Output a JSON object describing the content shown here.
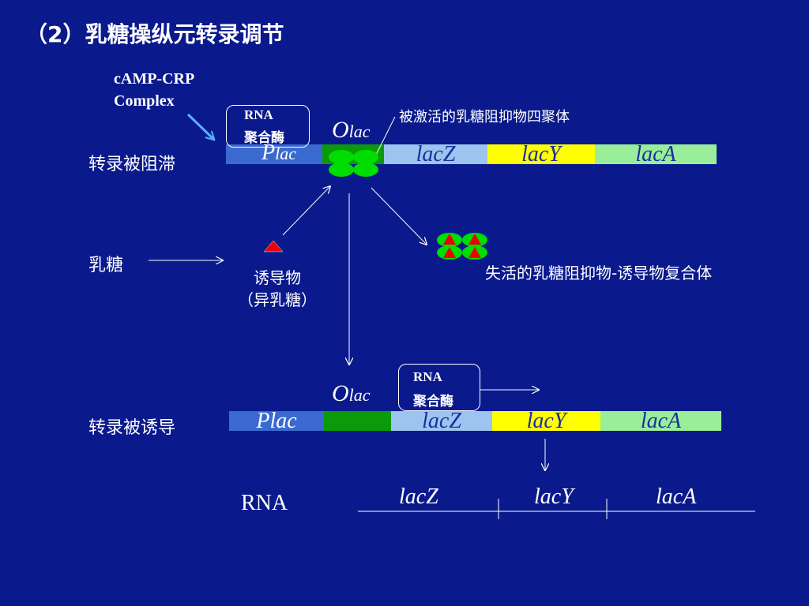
{
  "title": "（2）乳糖操纵元转录调节",
  "camp": {
    "line1": "cAMP-CRP",
    "line2": "Complex"
  },
  "rna_polymerase": {
    "line1": "RNA",
    "line2": "聚合酶"
  },
  "operator": {
    "italic_o": "O",
    "sub": "lac"
  },
  "promoter": {
    "p": "P",
    "sub": "lac",
    "full": "Plac"
  },
  "genes": {
    "z": "lacZ",
    "y": "lacY",
    "a": "lacA"
  },
  "labels": {
    "blocked": "转录被阻滞",
    "induced": "转录被诱导",
    "active_repressor": "被激活的乳糖阻抑物四聚体",
    "lactose": "乳糖",
    "inducer_line1": "诱导物",
    "inducer_line2": "（异乳糖）",
    "inactive_complex": "失活的乳糖阻抑物-诱导物复合体",
    "rna": "RNA"
  },
  "colors": {
    "background": "#0a1a8c",
    "promoter": "#3a6ad0",
    "operator": "#0a9a0a",
    "lacZ": "#9cc4ee",
    "lacY": "#ffff00",
    "lacA": "#99ee99",
    "repressor": "#00dd00",
    "inducer": "#ee0000",
    "arrow_camp": "#5ab0ff"
  },
  "icons": [
    "repressor-tetramer-icon",
    "inducer-triangle-icon",
    "inactive-complex-icon"
  ]
}
